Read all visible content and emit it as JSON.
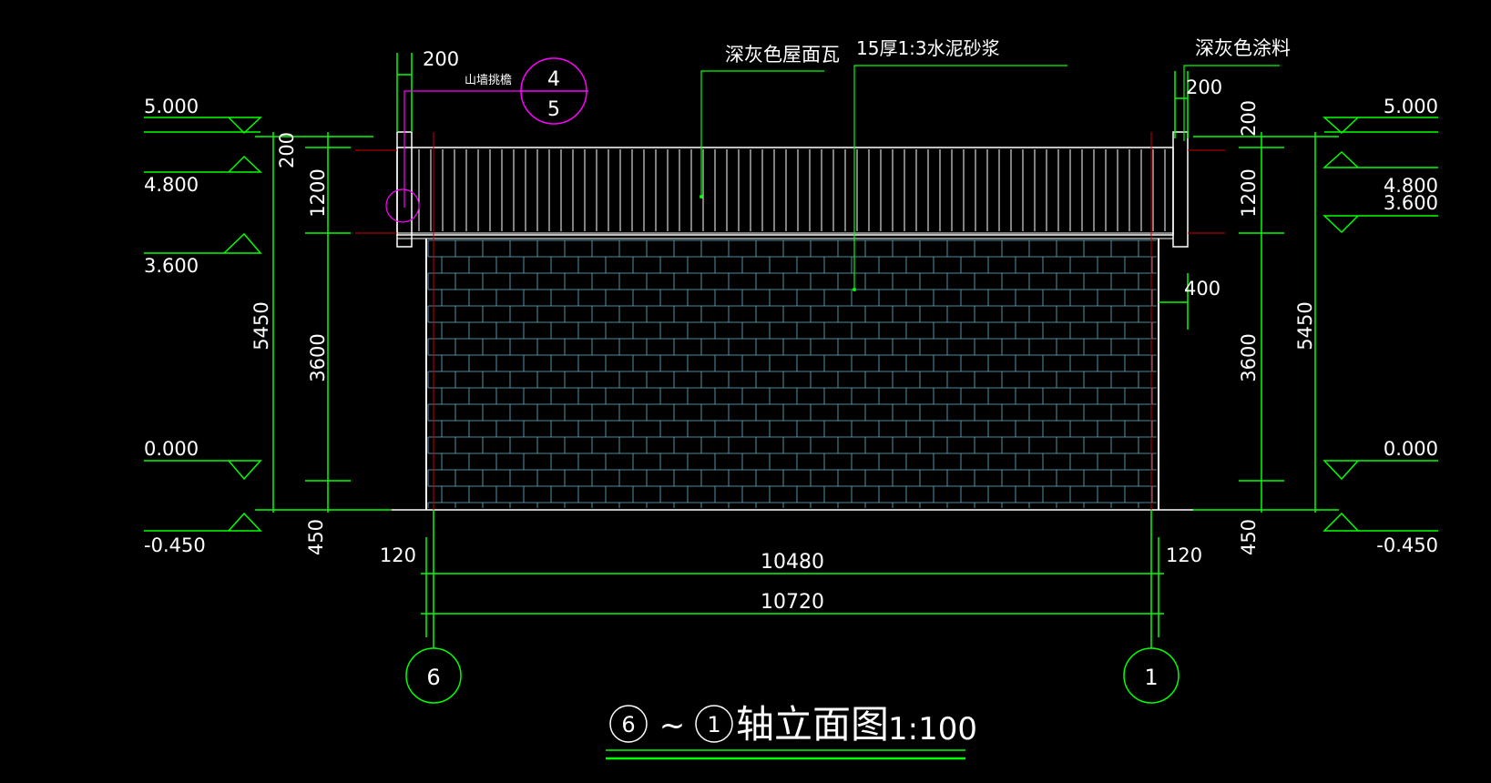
{
  "colors": {
    "background": "#000000",
    "dimension": "#00ff00",
    "outline": "#ffffff",
    "axis": "#cc0000",
    "annotation": "#ff00ff",
    "brick": "#5fb8d0"
  },
  "elevations": {
    "left": [
      "5.000",
      "4.800",
      "3.600",
      "0.000",
      "-0.450"
    ],
    "right": [
      "5.000",
      "4.800",
      "3.600",
      "0.000",
      "-0.450"
    ]
  },
  "dims": {
    "left": {
      "d200": "200",
      "d1200": "1200",
      "d3600": "3600",
      "d5450": "5450",
      "d450": "450",
      "top200": "200"
    },
    "right": {
      "d200": "200",
      "d1200": "1200",
      "d3600": "3600",
      "d5450": "5450",
      "d450": "450",
      "top200": "200",
      "d400": "400"
    },
    "bottom": {
      "left120": "120",
      "right120": "120",
      "d10480": "10480",
      "d10720": "10720"
    }
  },
  "notes": {
    "roof_tile": "深灰色屋面瓦",
    "mortar": "15厚1:3水泥砂浆",
    "paint": "深灰色涂料",
    "gable_eave": "山墙挑檐"
  },
  "detail_ref": {
    "top": "4",
    "bottom": "5"
  },
  "axes": {
    "left": "6",
    "right": "1"
  },
  "title": {
    "from": "6",
    "sep": "~",
    "to": "1",
    "text": "轴立面图",
    "scale": "1:100"
  }
}
